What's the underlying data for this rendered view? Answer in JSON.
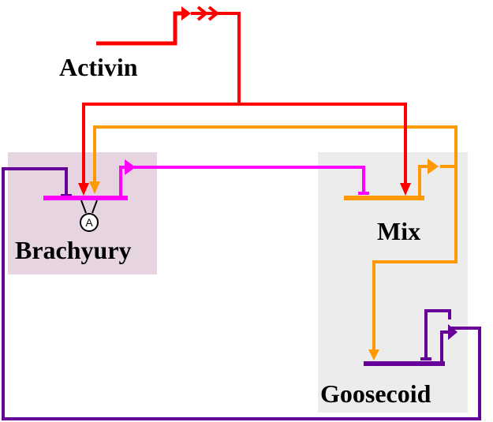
{
  "title": "Activin–Brachyury–Mix–Goosecoid regulatory network",
  "labels": {
    "activin": "Activin",
    "brachyury": "Brachyury",
    "mix": "Mix",
    "goosecoid": "Goosecoid",
    "autoreg_node": "A"
  },
  "colors": {
    "activin": "#ff0000",
    "brachyury": "#ff00ff",
    "mix": "#ff9900",
    "goosecoid": "#660099",
    "brachyury_box": "#e6d5e0",
    "goosecoid_box": "#ececec",
    "text": "#000000"
  },
  "interactions": [
    {
      "from": "Activin",
      "to": "Brachyury",
      "type": "activation"
    },
    {
      "from": "Activin",
      "to": "Mix",
      "type": "activation"
    },
    {
      "from": "Mix",
      "to": "Brachyury",
      "type": "activation"
    },
    {
      "from": "Mix",
      "to": "Goosecoid",
      "type": "activation"
    },
    {
      "from": "Brachyury",
      "to": "Mix",
      "type": "repression"
    },
    {
      "from": "Goosecoid",
      "to": "Brachyury",
      "type": "repression"
    },
    {
      "from": "Goosecoid",
      "to": "Goosecoid",
      "type": "repression"
    },
    {
      "from": "Brachyury",
      "to": "Brachyury",
      "type": "autoregulation"
    }
  ]
}
